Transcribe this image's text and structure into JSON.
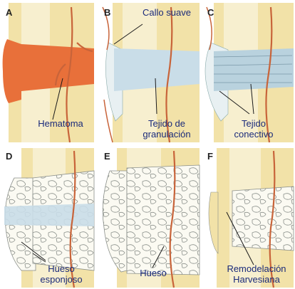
{
  "panels": [
    {
      "letter": "A",
      "label": "Hematoma"
    },
    {
      "letter": "B",
      "label_top": "Callo suave",
      "label": "Tejido de granulación"
    },
    {
      "letter": "C",
      "label": "Tejido conectivo"
    },
    {
      "letter": "D",
      "label": "Hueso esponjoso"
    },
    {
      "letter": "E",
      "label": "Hueso"
    },
    {
      "letter": "F",
      "label": "Remodelación Harvesiana"
    }
  ],
  "colors": {
    "bone_cortex": "#f2e2a8",
    "marrow": "#f7efcf",
    "hematoma": "#e8703a",
    "granulation": "#c9dde8",
    "vessel": "#c8643a",
    "label_text": "#1a2a7a"
  }
}
